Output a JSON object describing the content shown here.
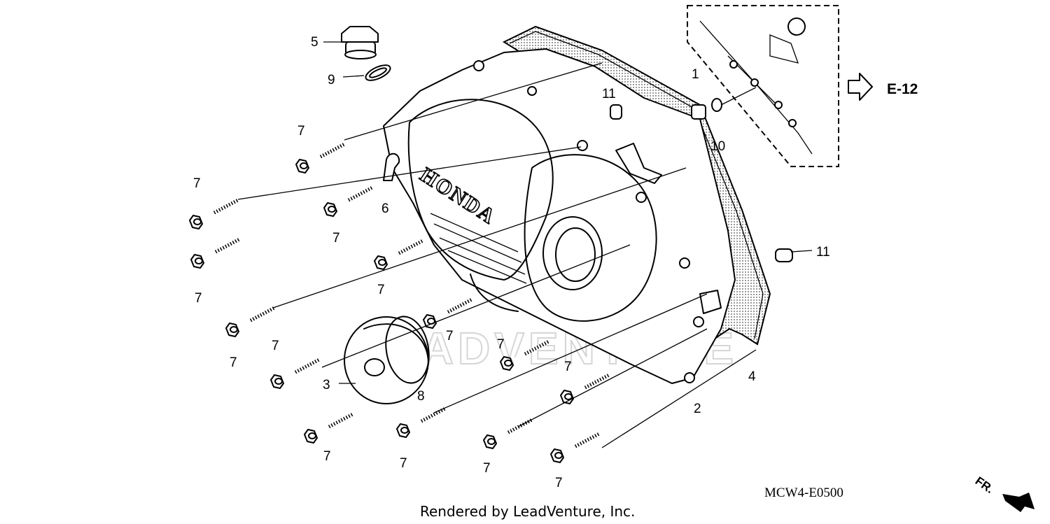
{
  "callouts": {
    "c1": "1",
    "c2": "2",
    "c3": "3",
    "c4": "4",
    "c5": "5",
    "c6": "6",
    "c7": "7",
    "c8": "8",
    "c9": "9",
    "c10": "10",
    "c11": "11"
  },
  "brand_on_cover": "HONDA",
  "watermark": "LEADVENTURE",
  "reference": "E-12",
  "diagram_code": "MCW4-E0500",
  "footer": "Rendered by LeadVenture, Inc.",
  "direction_label": "FR."
}
